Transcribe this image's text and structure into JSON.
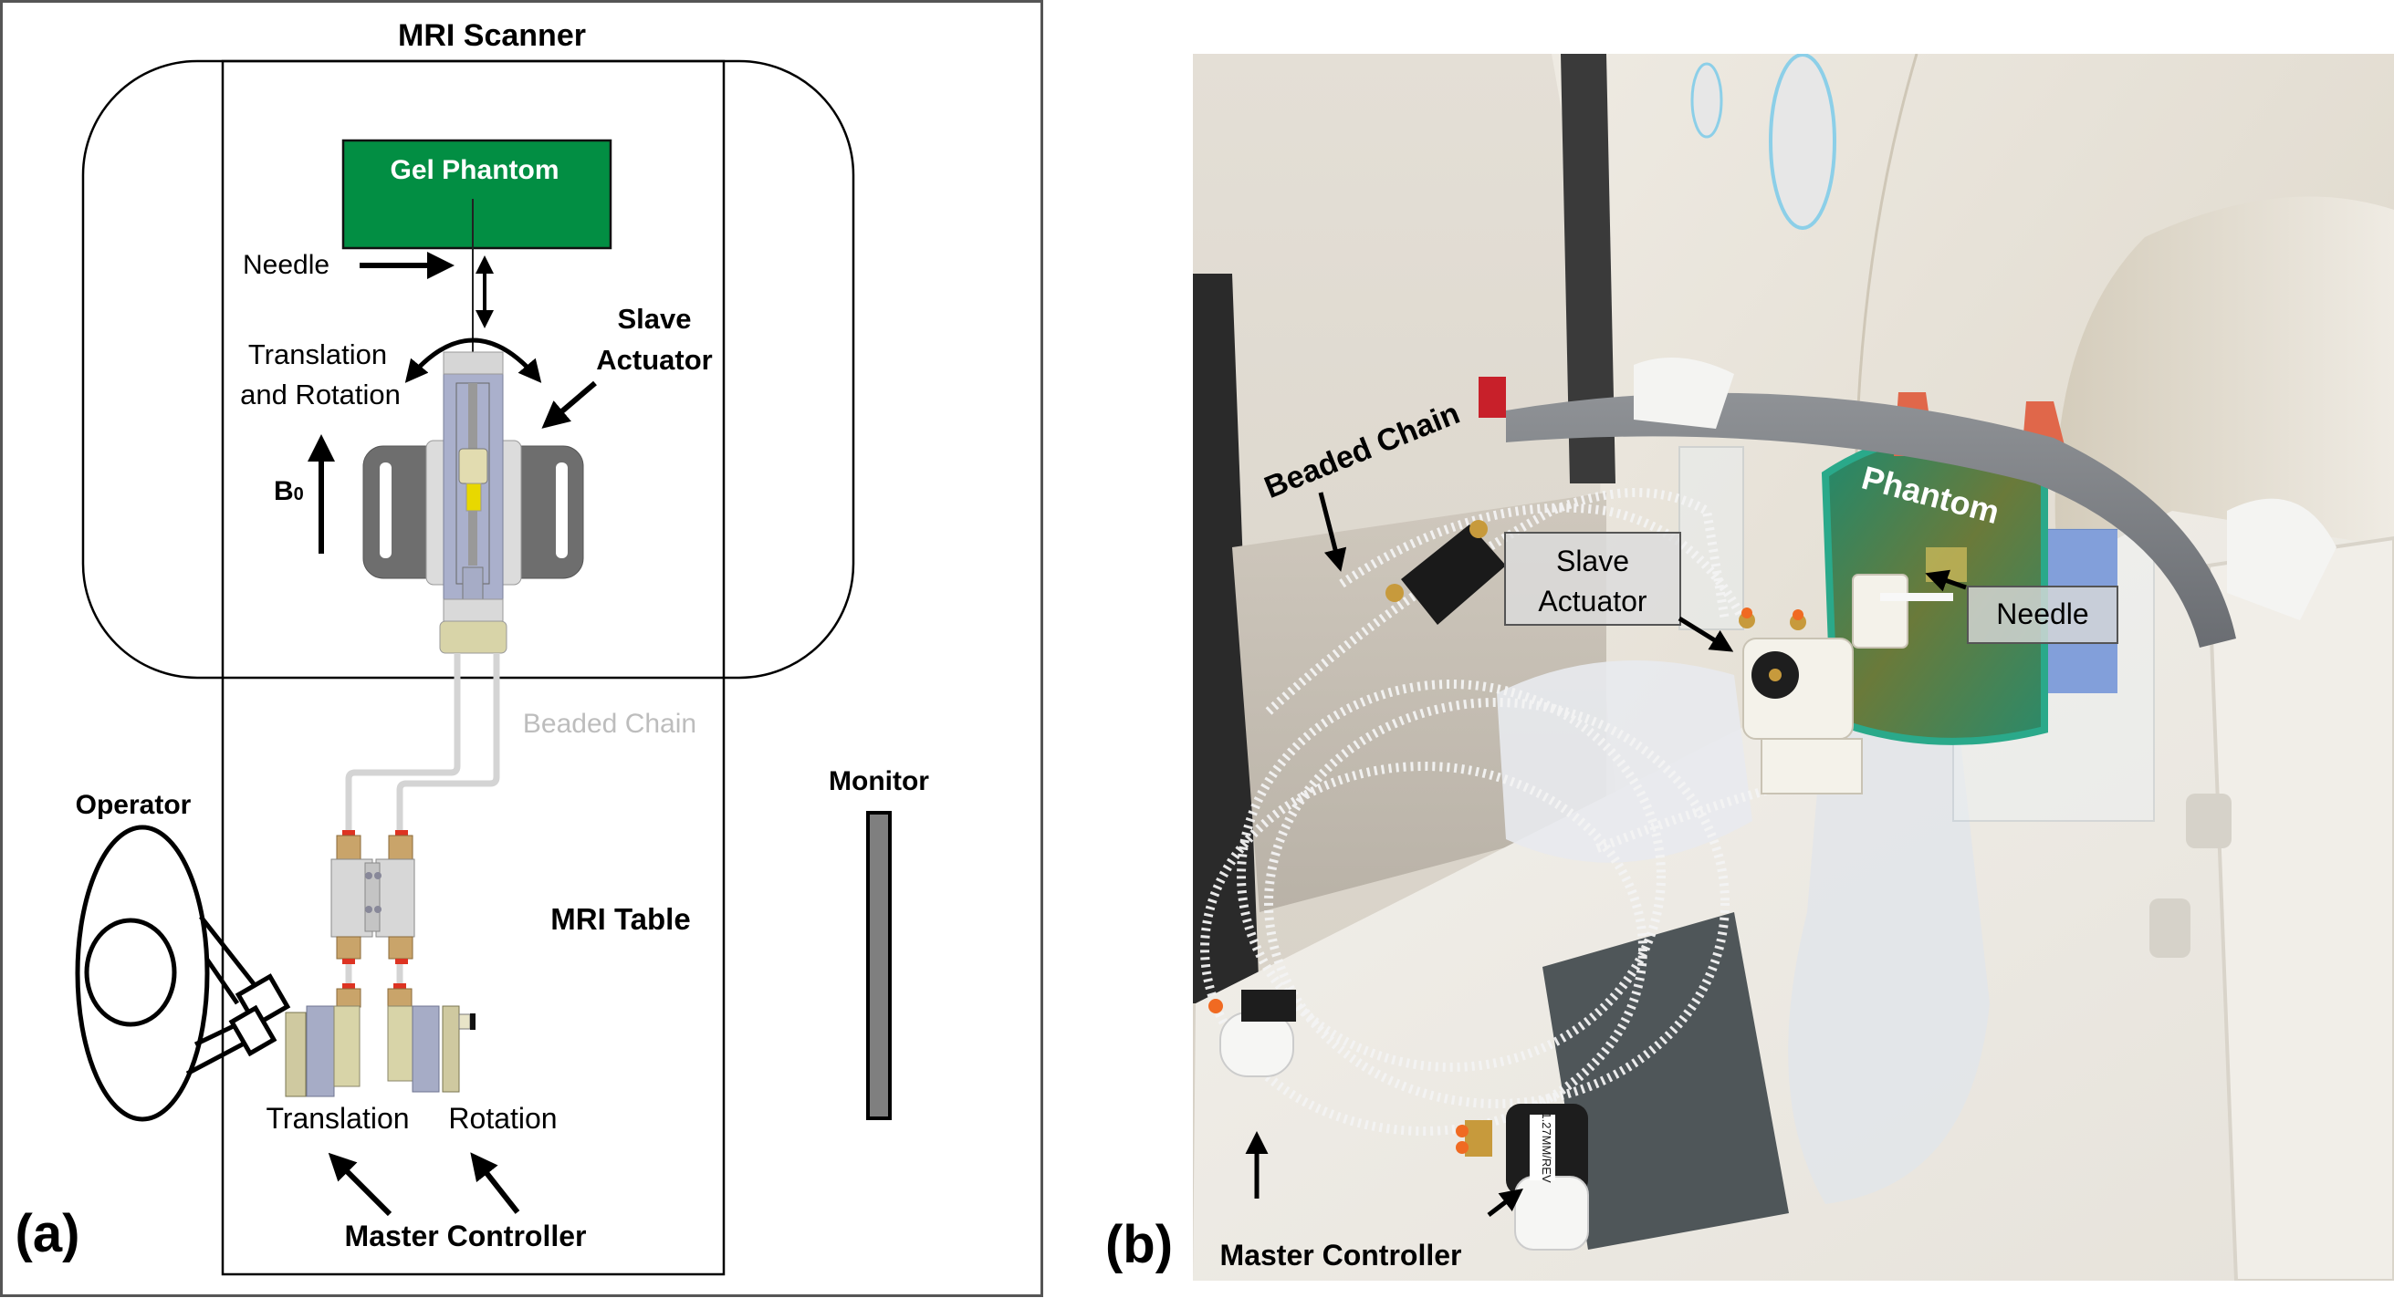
{
  "figure": {
    "panel_a": {
      "tag": "(a)",
      "scanner_title": "MRI Scanner",
      "gel_phantom": "Gel Phantom",
      "needle": "Needle",
      "motion_line1": "Translation",
      "motion_line2": "and Rotation",
      "slave_line1": "Slave",
      "slave_line2": "Actuator",
      "b0": "B",
      "b0_sub": "0",
      "beaded_chain": "Beaded Chain",
      "operator": "Operator",
      "monitor": "Monitor",
      "mri_table": "MRI Table",
      "translation": "Translation",
      "rotation": "Rotation",
      "master_controller": "Master Controller",
      "colors": {
        "gel_phantom_fill": "#028e43",
        "beaded_chain_text": "#bdbdbd",
        "monitor_fill": "#7f7f7f",
        "mount_plate": "#6e6e6e",
        "actuator_body": "#aab0cc",
        "brass": "#c9a46a",
        "tan": "#d8d4a8",
        "yellow": "#e8d800"
      }
    },
    "panel_b": {
      "tag": "(b)",
      "beaded_chain": "Beaded Chain",
      "phantom": "Phantom",
      "slave_line1": "Slave",
      "slave_line2": "Actuator",
      "needle": "Needle",
      "master_controller": "Master Controller",
      "controller_tape_label": "1.27MM/REV"
    }
  }
}
